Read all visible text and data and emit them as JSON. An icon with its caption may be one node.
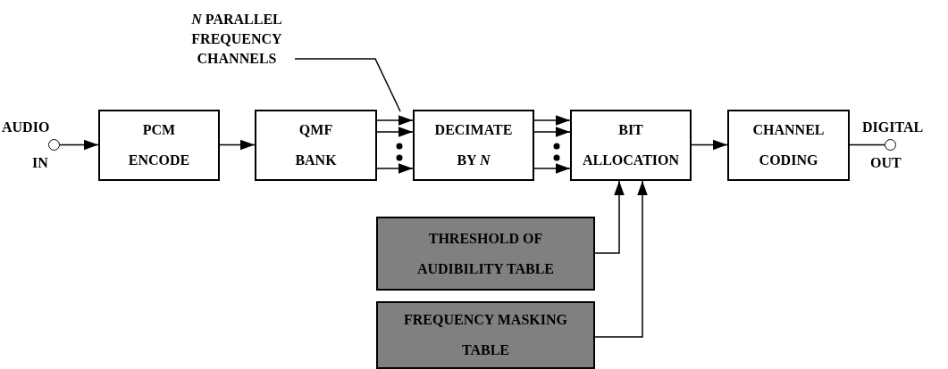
{
  "diagram": {
    "nodes": [
      {
        "text": [],
        "shape": "circle",
        "beside": [
          "AUDIO",
          "IN"
        ]
      },
      {
        "text": [
          "PCM ENCODE"
        ]
      },
      {
        "text": [
          "QMF BANK"
        ]
      },
      {
        "text": [
          "DECIMATE BY *N*"
        ]
      },
      {
        "text": [
          "BIT ALLOCATION"
        ]
      },
      {
        "text": [
          "CHANNEL CODING"
        ]
      },
      {
        "text": [],
        "shape": "circle",
        "beside": [
          "DIGITAL",
          "OUT"
        ]
      },
      {
        "text": [
          "THRESHOLD OF AUDIBILITY TABLE"
        ]
      },
      {
        "text": [
          "FREQUENCY MASKING TABLE"
        ]
      },
      {
        "text": [
          "*N* PARALLEL FREQUENCY CHANNELS"
        ]
      }
    ],
    "edges": [
      {
        "from": 0,
        "to": 1,
        "arrow": "to"
      },
      {
        "from": 1,
        "to": 2,
        "arrow": "to"
      },
      {
        "from": 2,
        "to": 3,
        "arrow": "to"
      },
      {
        "from": 2,
        "to": 3,
        "arrow": "to"
      },
      {
        "from": 2,
        "to": 3,
        "arrow": "to"
      },
      {
        "from": 3,
        "to": 4,
        "arrow": "to"
      },
      {
        "from": 3,
        "to": 4,
        "arrow": "to"
      },
      {
        "from": 3,
        "to": 4,
        "arrow": "to"
      },
      {
        "from": 4,
        "to": 5,
        "arrow": "to"
      },
      {
        "from": 5,
        "to": 6,
        "arrow": "none"
      },
      {
        "from": 7,
        "to": 4,
        "arrow": "to"
      },
      {
        "from": 8,
        "to": 4,
        "arrow": "to"
      },
      {
        "from": 9,
        "to": null,
        "arrow": "none"
      }
    ]
  }
}
